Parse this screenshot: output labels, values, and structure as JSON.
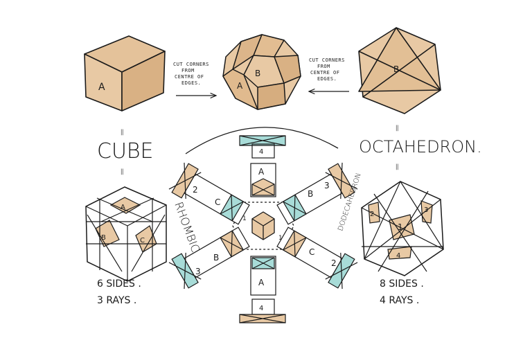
{
  "labels": {
    "cube": "CUBE",
    "octahedron": "OCTAHEDRON.",
    "rhombic": "RHOMBIC",
    "dodecahedron": "DODECAHEDRON",
    "cube_sides": "6 SIDES .",
    "cube_rays": "3 RAYS .",
    "octa_sides": "8 SIDES .",
    "octa_rays": "4 RAYS .",
    "equals": "="
  },
  "notes": {
    "left": [
      "CUT CORNERS",
      "FROM",
      "CENTRE OF",
      "EDGES."
    ],
    "right": [
      "CUT CORNERS",
      "FROM",
      "CENTRE OF",
      "EDGES."
    ]
  },
  "face_letters": {
    "a": "A",
    "b": "B",
    "c": "C",
    "n1": "1",
    "n2": "2",
    "n3": "3",
    "n4": "4"
  },
  "colors": {
    "tan": "#e8c9a4",
    "tan_dark": "#dcb58a",
    "teal": "#a8dcd8",
    "ink": "#1a1a1a"
  }
}
